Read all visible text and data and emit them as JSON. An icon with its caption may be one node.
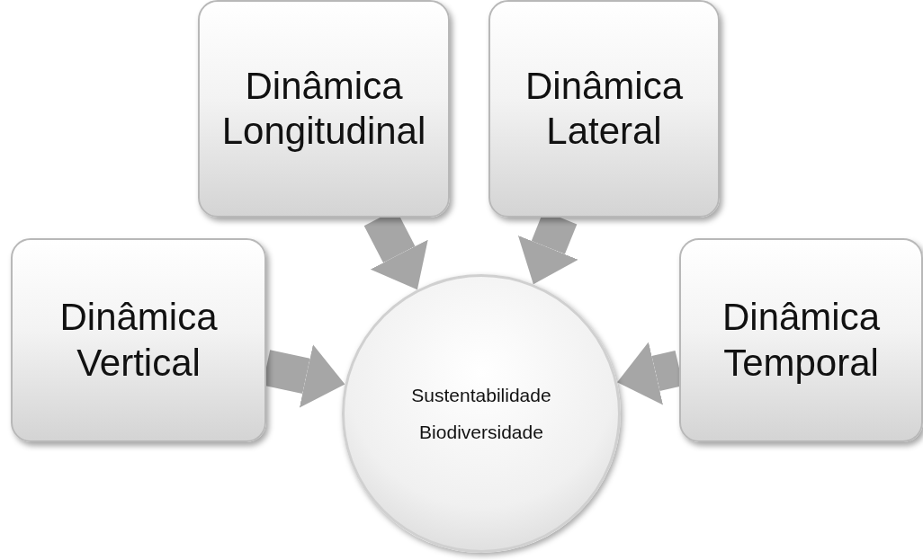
{
  "diagram": {
    "nodes": [
      {
        "text": [
          "Dinâmica Longitudinal"
        ]
      },
      {
        "text": [
          "Dinâmica Lateral"
        ]
      },
      {
        "text": [
          "Dinâmica Vertical"
        ]
      },
      {
        "text": [
          "Dinâmica Temporal"
        ]
      },
      {
        "text": [
          "Sustentabilidade",
          "Biodiversidade"
        ]
      }
    ],
    "edges": [
      {
        "from": 0,
        "to": 4,
        "arrow": "to"
      },
      {
        "from": 1,
        "to": 4,
        "arrow": "to"
      },
      {
        "from": 2,
        "to": 4,
        "arrow": "to"
      },
      {
        "from": 3,
        "to": 4,
        "arrow": "to"
      }
    ]
  }
}
